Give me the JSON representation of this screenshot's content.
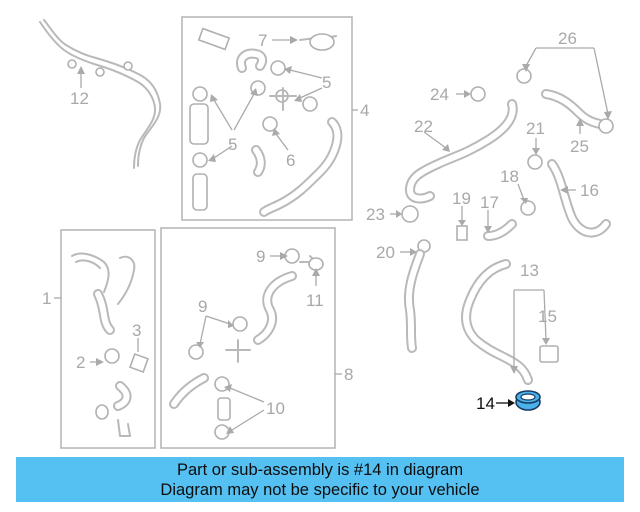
{
  "callouts": {
    "c1": "1",
    "c2": "2",
    "c3": "3",
    "c4": "4",
    "c5a": "5",
    "c5b": "5",
    "c6": "6",
    "c7": "7",
    "c8": "8",
    "c9a": "9",
    "c9b": "9",
    "c10": "10",
    "c11": "11",
    "c12": "12",
    "c13": "13",
    "c14": "14",
    "c15": "15",
    "c16": "16",
    "c17": "17",
    "c18": "18",
    "c19": "19",
    "c20": "20",
    "c21": "21",
    "c22": "22",
    "c23": "23",
    "c24": "24",
    "c25": "25",
    "c26": "26"
  },
  "highlight": {
    "part_number": "14",
    "color": "#4ab2e8",
    "outline_color": "#1a3b66"
  },
  "banner": {
    "line1": "Part or sub-assembly is #14 in diagram",
    "line2": "Diagram may not be specific to your vehicle",
    "background": "#55c0f2"
  }
}
